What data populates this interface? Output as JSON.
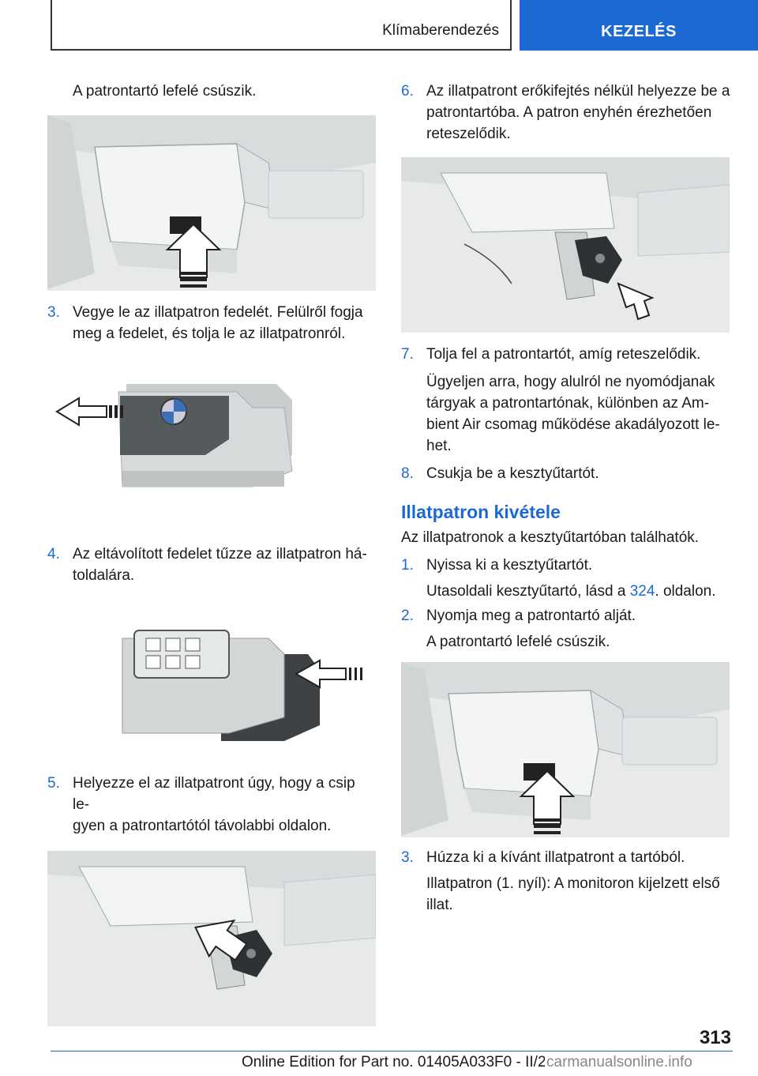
{
  "header": {
    "section": "Klímaberendezés",
    "chapter": "KEZELÉS"
  },
  "left": {
    "intro": "A patrontartó lefelé csúszik.",
    "step3": {
      "num": "3.",
      "line1": "Vegye le az illatpatron fedelét. Felülről fogja",
      "line2": "meg a fedelet, és tolja le az illatpatronról."
    },
    "step4": {
      "num": "4.",
      "line1": "Az eltávolított fedelet tűzze az illatpatron há-",
      "line2": "toldalára."
    },
    "step5": {
      "num": "5.",
      "line1": "Helyezze el az illatpatront úgy, hogy a csip le-",
      "line2": "gyen a patrontartótól távolabbi oldalon."
    }
  },
  "right": {
    "step6": {
      "num": "6.",
      "line1": "Az illatpatront erőkifejtés nélkül helyezze be a",
      "line2": "patrontartóba. A patron enyhén érezhetően",
      "line3": "reteszelődik."
    },
    "step7": {
      "num": "7.",
      "line1": "Tolja fel a patrontartót, amíg reteszelődik."
    },
    "note7": {
      "line1": "Ügyeljen arra, hogy alulról ne nyomódjanak",
      "line2": "tárgyak a patrontartónak, különben az Am-",
      "line3": "bient Air csomag működése akadályozott le-",
      "line4": "het."
    },
    "step8": {
      "num": "8.",
      "line1": "Csukja be a kesztyűtartót."
    },
    "heading": "Illatpatron kivétele",
    "lead": "Az illatpatronok a kesztyűtartóban találhatók.",
    "step1": {
      "num": "1.",
      "line1": "Nyissa ki a kesztyűtartót."
    },
    "note1": {
      "before": "Utasoldali kesztyűtartó, lásd a ",
      "page": "324",
      "after": ". oldalon."
    },
    "step2": {
      "num": "2.",
      "line1": "Nyomja meg a patrontartó alját."
    },
    "note2": "A patrontartó lefelé csúszik.",
    "step3": {
      "num": "3.",
      "line1": "Húzza ki a kívánt illatpatront a tartóból."
    },
    "note3": {
      "line1": "Illatpatron (1. nyíl): A monitoron kijelzett első",
      "line2": "illat."
    }
  },
  "footer": {
    "page_number": "313",
    "edition": "Online Edition for Part no. 01405A033F0 - II/20",
    "watermark": "carmanualsonline.info"
  },
  "colors": {
    "accent": "#1c69d4"
  }
}
